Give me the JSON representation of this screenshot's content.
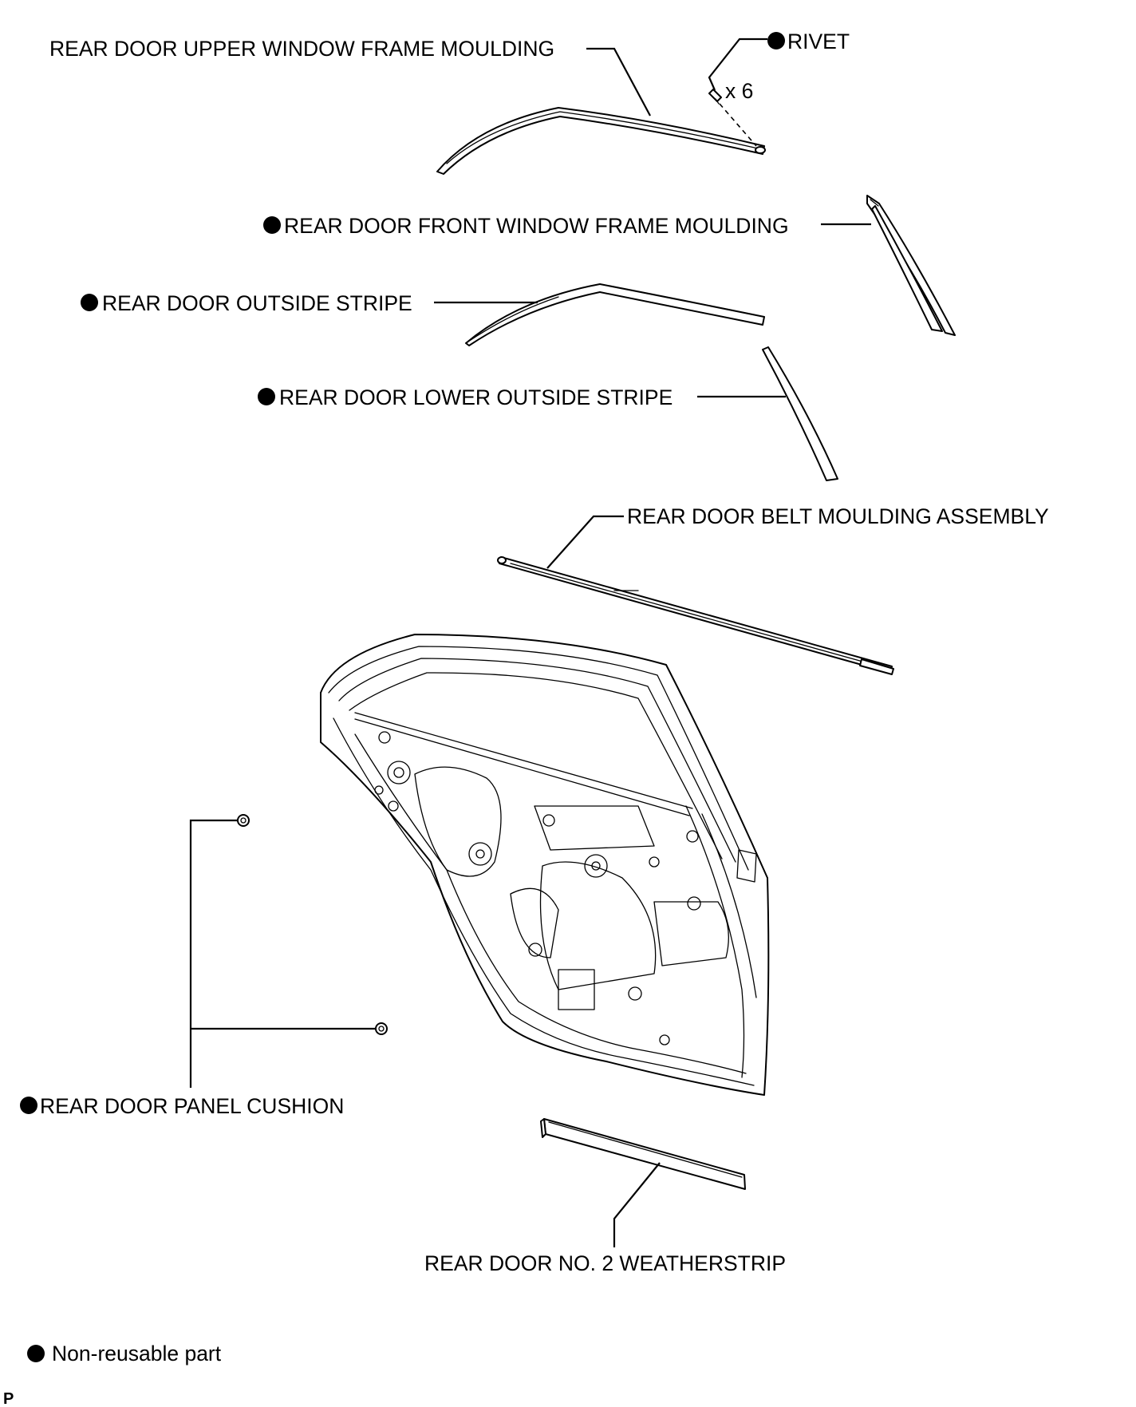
{
  "parts": {
    "upper_frame_moulding": {
      "label": "REAR DOOR UPPER WINDOW FRAME MOULDING",
      "non_reusable": false
    },
    "rivet": {
      "label": "RIVET",
      "non_reusable": true,
      "quantity": "x 6"
    },
    "front_frame_moulding": {
      "label": "REAR DOOR FRONT WINDOW FRAME MOULDING",
      "non_reusable": true
    },
    "outside_stripe": {
      "label": "REAR DOOR OUTSIDE STRIPE",
      "non_reusable": true
    },
    "lower_outside_stripe": {
      "label": "REAR DOOR LOWER OUTSIDE STRIPE",
      "non_reusable": true
    },
    "belt_moulding": {
      "label": "REAR DOOR BELT MOULDING ASSEMBLY",
      "non_reusable": false
    },
    "panel_cushion": {
      "label": "REAR DOOR PANEL CUSHION",
      "non_reusable": true
    },
    "weatherstrip": {
      "label": "REAR DOOR NO. 2 WEATHERSTRIP",
      "non_reusable": false
    }
  },
  "legend": {
    "text": "Non-reusable part"
  },
  "corner_tag": "P"
}
